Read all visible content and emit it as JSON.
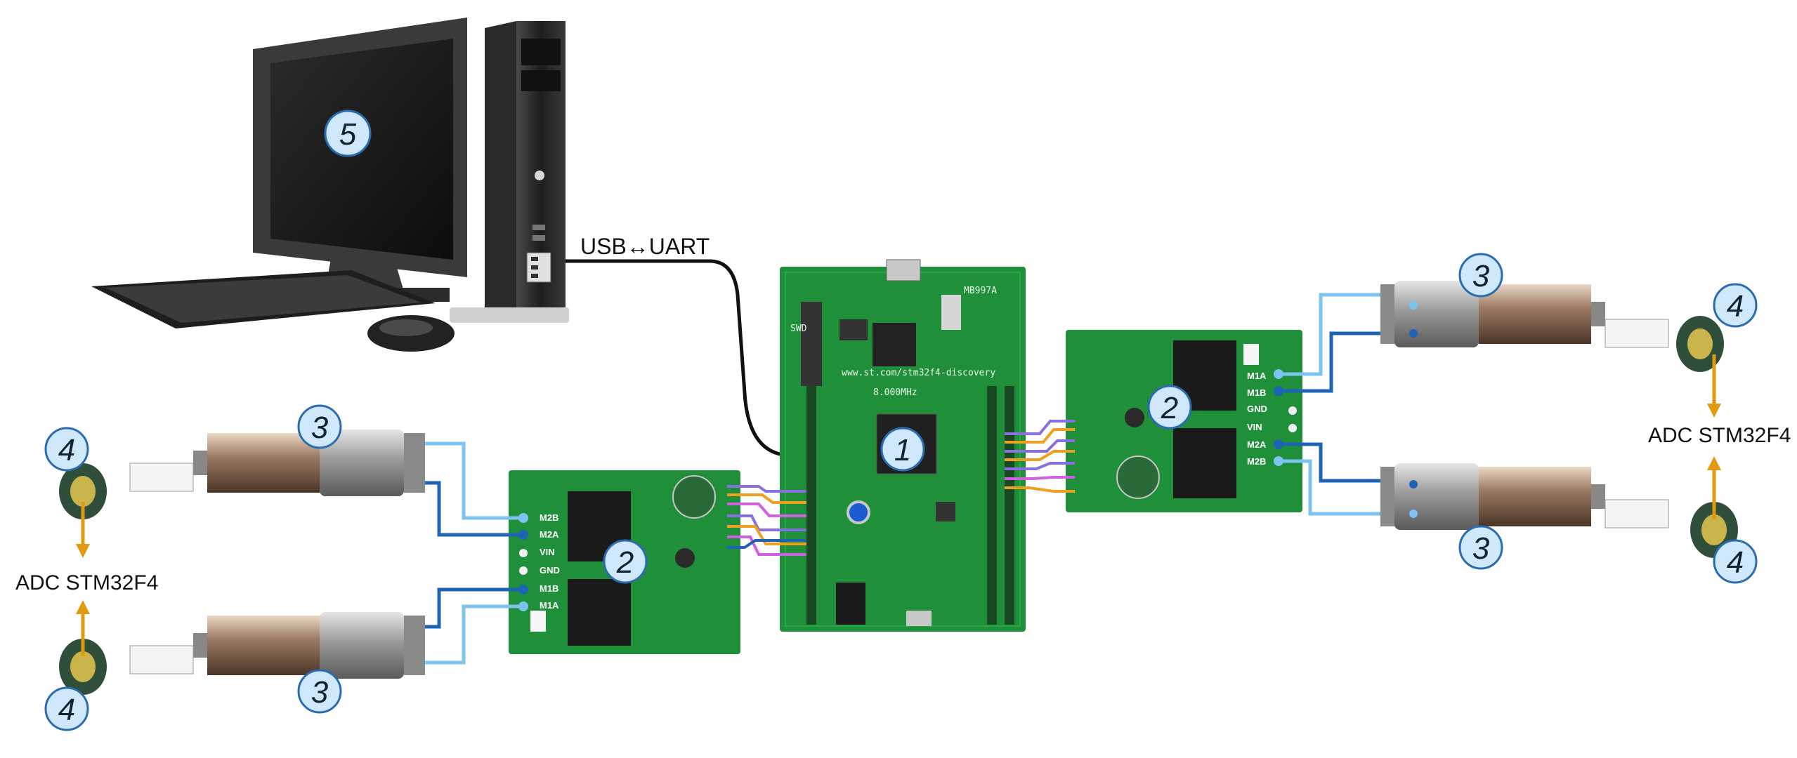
{
  "labels": {
    "usb_uart": "USB↔UART",
    "adc_left": "ADC STM32F4",
    "adc_right": "ADC STM32F4"
  },
  "markers": {
    "n1": "1",
    "n2_left": "2",
    "n2_right": "2",
    "n3_left_top": "3",
    "n3_left_bottom": "3",
    "n3_right_top": "3",
    "n3_right_bottom": "3",
    "n4_left_top": "4",
    "n4_left_bottom": "4",
    "n4_right_top": "4",
    "n4_right_bottom": "4",
    "n5": "5"
  },
  "discovery_board": {
    "model": "MB997A",
    "url": "www.st.com/stm32f4-discovery",
    "crystal": "8.000MHz",
    "swd": "SWD"
  },
  "driver_right": {
    "pins": [
      "M1A",
      "M1B",
      "GND",
      "VIN",
      "M2A",
      "M2B"
    ]
  },
  "driver_left": {
    "pins": [
      "M2B",
      "M2A",
      "VIN",
      "GND",
      "M1B",
      "M1A"
    ]
  },
  "colors": {
    "pcb_green": "#1f8f3a",
    "pcb_dark": "#15702b",
    "wire_light_blue": "#7cc4ef",
    "wire_dark_blue": "#1f63b5",
    "wire_orange": "#f0a020",
    "wire_purple": "#8a6fe0",
    "wire_magenta": "#d060e0",
    "arrow": "#e09a10",
    "marker_fill": "#cfe8fb",
    "marker_stroke": "#2b6cb0"
  }
}
